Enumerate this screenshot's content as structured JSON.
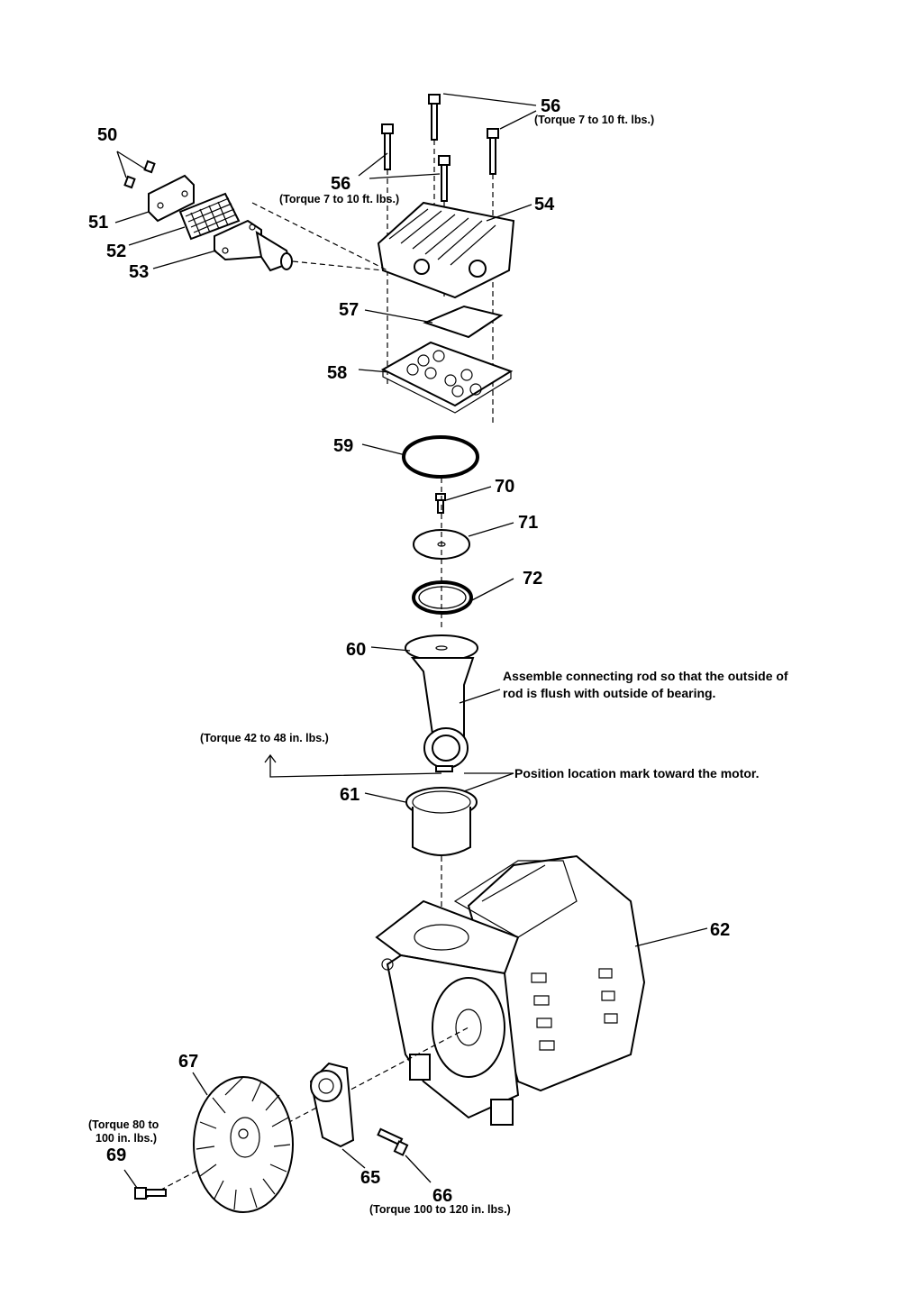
{
  "labels": {
    "p50": "50",
    "p51": "51",
    "p52": "52",
    "p53": "53",
    "p54": "54",
    "p56a": "56",
    "p56b": "56",
    "p57": "57",
    "p58": "58",
    "p59": "59",
    "p60": "60",
    "p61": "61",
    "p62": "62",
    "p65": "65",
    "p66": "66",
    "p67": "67",
    "p69": "69",
    "p70": "70",
    "p71": "71",
    "p72": "72"
  },
  "torque": {
    "t56a": "(Torque 7 to 10 ft. lbs.)",
    "t56b": "(Torque 7 to 10 ft. lbs.)",
    "t61": "(Torque 42 to 48 in. lbs.)",
    "t69_line1": "(Torque 80 to",
    "t69_line2": "100 in. lbs.)",
    "t66": "(Torque 100 to 120 in. lbs.)"
  },
  "notes": {
    "rod_line1": "Assemble connecting rod so that the outside of",
    "rod_line2": "rod is flush with outside of bearing.",
    "mark": "Position location mark toward the motor."
  }
}
